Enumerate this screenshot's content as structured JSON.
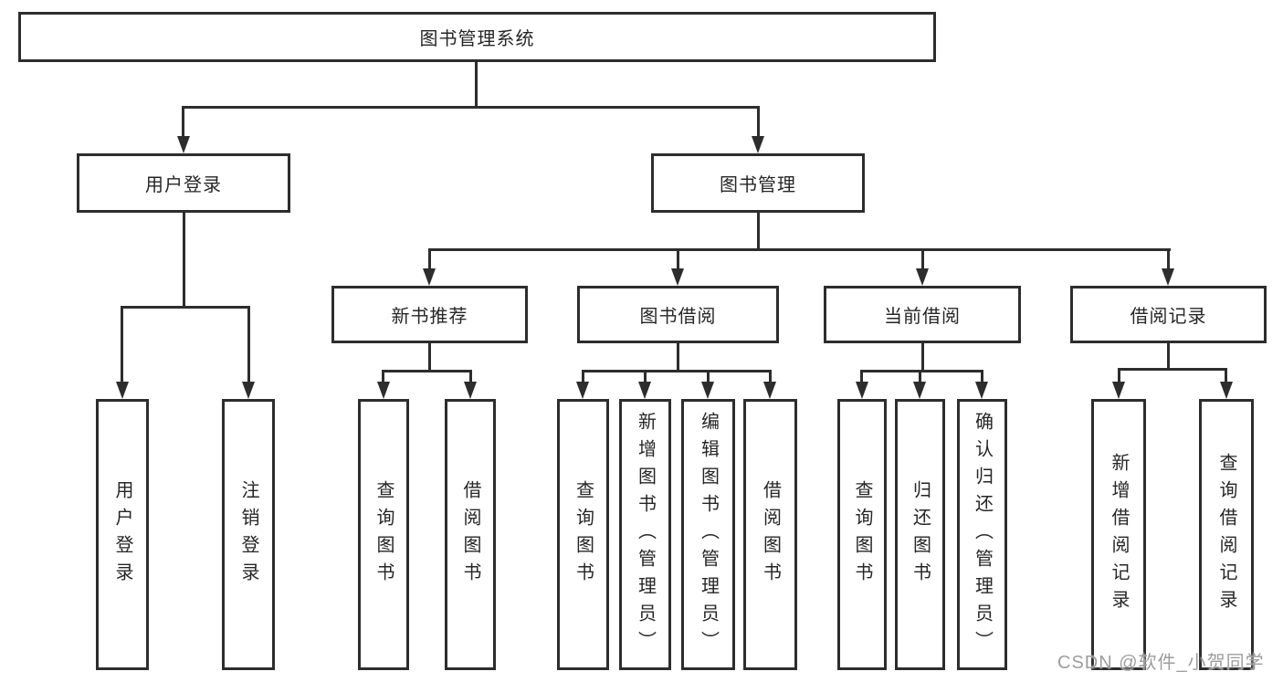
{
  "diagram": {
    "title": "图书管理系统",
    "root": {
      "label": "图书管理系统"
    },
    "level2": [
      {
        "id": "user-login",
        "label": "用户登录"
      },
      {
        "id": "book-management",
        "label": "图书管理"
      }
    ],
    "level3": [
      {
        "id": "new-book-recommend",
        "parent": "book-management",
        "label": "新书推荐"
      },
      {
        "id": "book-borrow",
        "parent": "book-management",
        "label": "图书借阅"
      },
      {
        "id": "current-borrow",
        "parent": "book-management",
        "label": "当前借阅"
      },
      {
        "id": "borrow-records",
        "parent": "book-management",
        "label": "借阅记录"
      }
    ],
    "leaves": [
      {
        "parent": "user-login",
        "label": "用户登录"
      },
      {
        "parent": "user-login",
        "label": "注销登录"
      },
      {
        "parent": "new-book-recommend",
        "label": "查询图书"
      },
      {
        "parent": "new-book-recommend",
        "label": "借阅图书"
      },
      {
        "parent": "book-borrow",
        "label": "查询图书"
      },
      {
        "parent": "book-borrow",
        "label": "新增图书（管理员）"
      },
      {
        "parent": "book-borrow",
        "label": "编辑图书（管理员）"
      },
      {
        "parent": "book-borrow",
        "label": "借阅图书"
      },
      {
        "parent": "current-borrow",
        "label": "查询图书"
      },
      {
        "parent": "current-borrow",
        "label": "归还图书"
      },
      {
        "parent": "current-borrow",
        "label": "确认归还（管理员）"
      },
      {
        "parent": "borrow-records",
        "label": "新增借阅记录"
      },
      {
        "parent": "borrow-records",
        "label": "查询借阅记录"
      }
    ],
    "watermark": "CSDN @软件_小贺同学",
    "colors": {
      "line": "#2d2d2d",
      "text": "#262626",
      "background": "#ffffff",
      "watermark": "#9d9d9d"
    }
  }
}
